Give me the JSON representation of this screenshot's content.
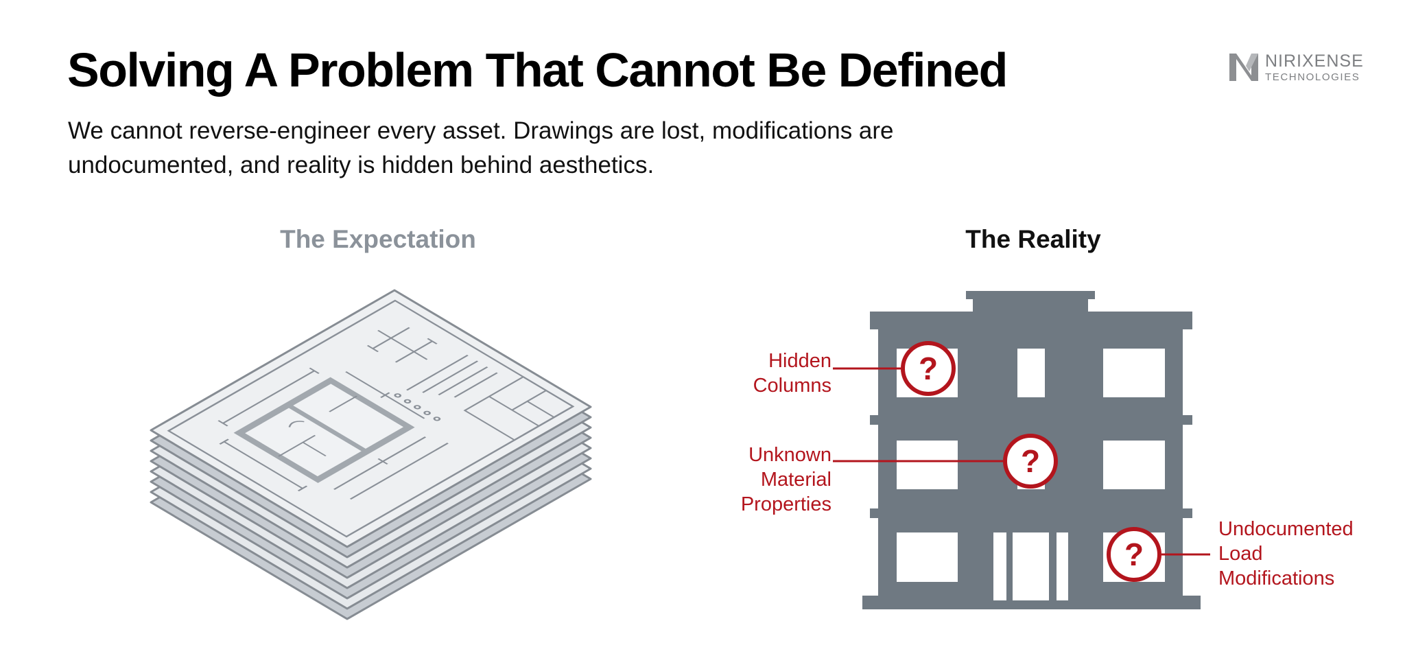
{
  "title": "Solving A Problem That Cannot Be Defined",
  "subtitle": "We cannot reverse-engineer every asset. Drawings are lost, modifications are undocumented, and reality is hidden behind aesthetics.",
  "logo": {
    "name": "NIRIXENSE",
    "sub": "TECHNOLOGIES",
    "icon": "nx-logo-icon"
  },
  "expectation": {
    "heading": "The Expectation",
    "icon": "blueprint-stack-icon"
  },
  "reality": {
    "heading": "The Reality",
    "icon": "building-icon",
    "callouts": [
      {
        "lines": [
          "Hidden",
          "Columns"
        ],
        "icon": "question-circle-icon"
      },
      {
        "lines": [
          "Unknown",
          "Material",
          "Properties"
        ],
        "icon": "question-circle-icon"
      },
      {
        "lines": [
          "Undocumented",
          "Load",
          "Modifications"
        ],
        "icon": "question-circle-icon"
      }
    ]
  },
  "colors": {
    "accent_red": "#b3151d",
    "building_gray": "#6f7982",
    "heading_gray": "#8b929a"
  }
}
